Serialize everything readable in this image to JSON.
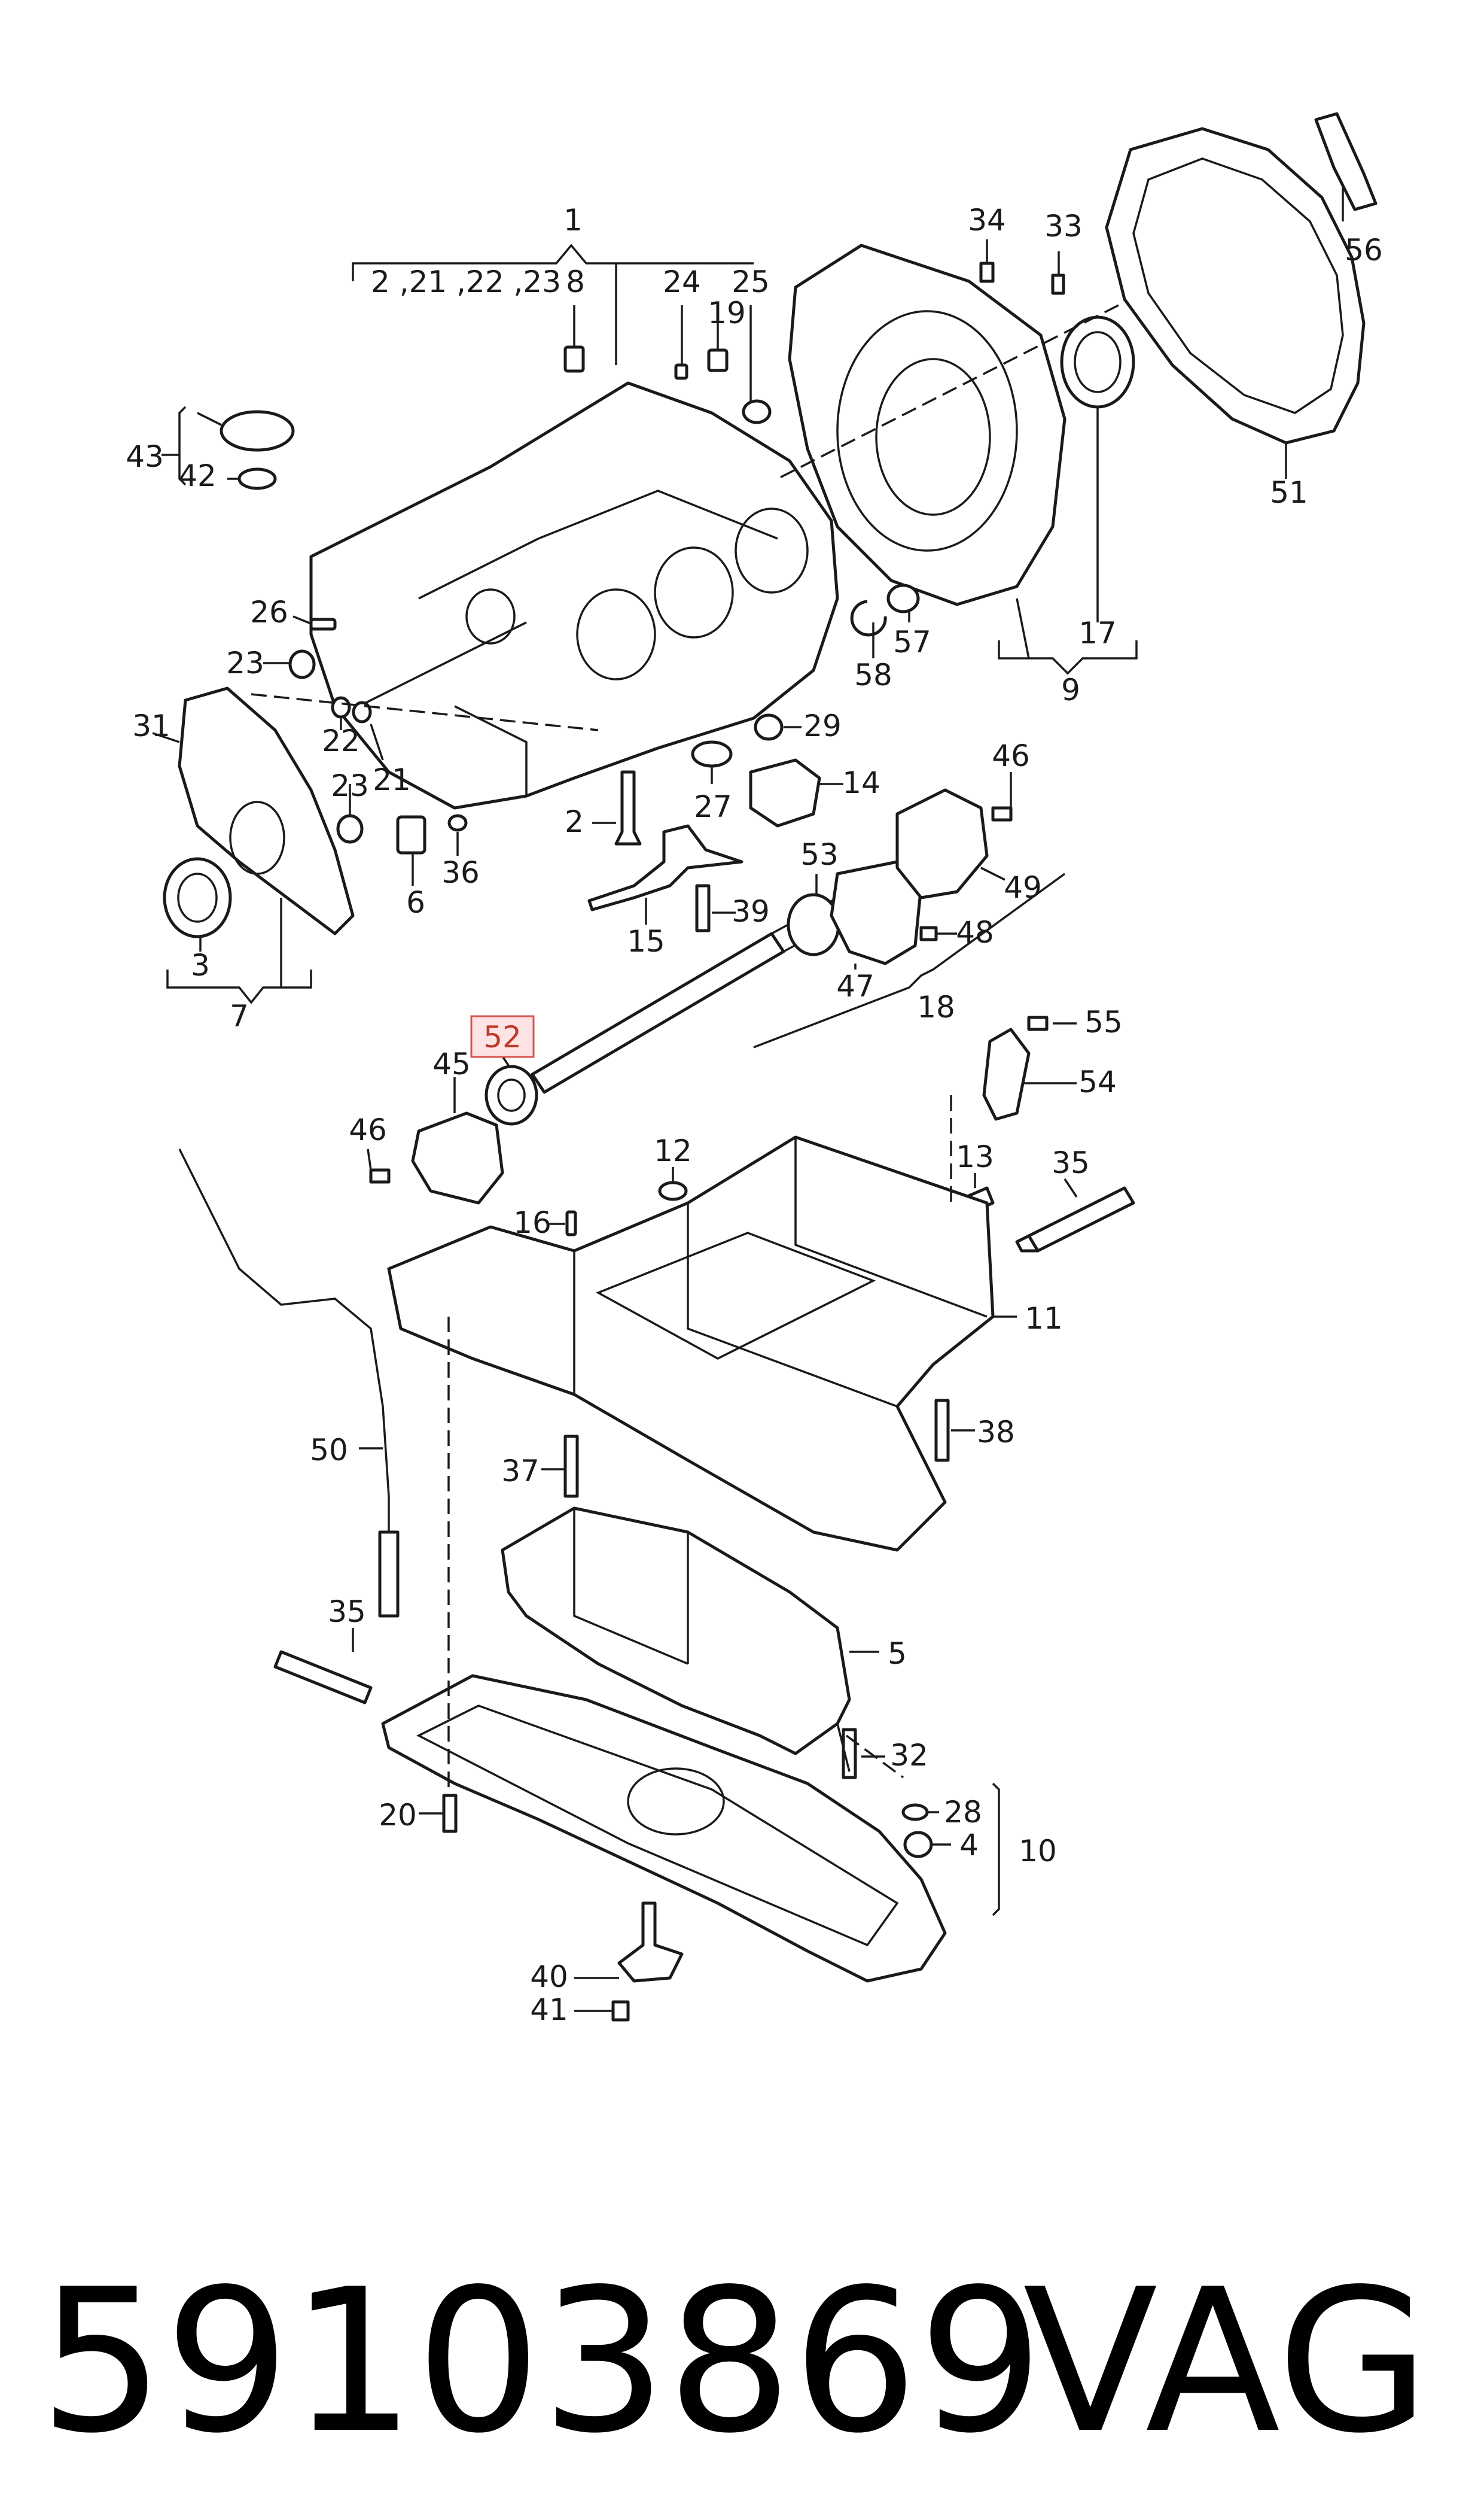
{
  "diagram": {
    "part_number": "59103869",
    "brand": "VAG",
    "highlighted_label": "52",
    "group_label_1_sub": "2 ,21 ,22 ,23",
    "labels": [
      "1",
      "8",
      "24",
      "19",
      "25",
      "34",
      "33",
      "56",
      "51",
      "43",
      "42",
      "26",
      "23",
      "31",
      "22",
      "21",
      "23",
      "6",
      "36",
      "3",
      "7",
      "2",
      "27",
      "29",
      "57",
      "58",
      "9",
      "17",
      "14",
      "46",
      "15",
      "39",
      "53",
      "49",
      "48",
      "47",
      "18",
      "55",
      "54",
      "45",
      "46",
      "12",
      "13",
      "35",
      "16",
      "11",
      "38",
      "50",
      "37",
      "5",
      "35",
      "32",
      "28",
      "4",
      "10",
      "20",
      "40",
      "41"
    ]
  }
}
